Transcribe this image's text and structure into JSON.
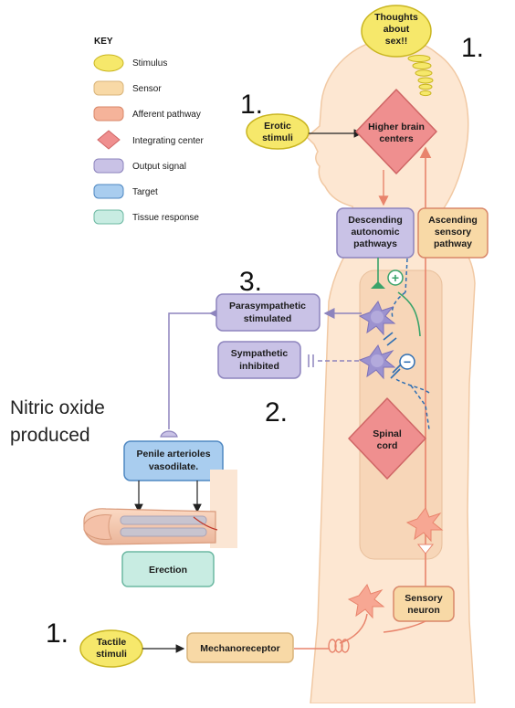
{
  "key": {
    "title": "KEY",
    "items": [
      {
        "label": "Stimulus",
        "fill": "#f6e86b",
        "stroke": "#c9b520",
        "shape": "ellipse"
      },
      {
        "label": "Sensor",
        "fill": "#f8d9a6",
        "stroke": "#d9b47a",
        "shape": "rounded-rect"
      },
      {
        "label": "Afferent pathway",
        "fill": "#f5b39a",
        "stroke": "#d98769",
        "shape": "rounded-rect"
      },
      {
        "label": "Integrating center",
        "fill": "#ef8f8f",
        "stroke": "#cf6565",
        "shape": "diamond"
      },
      {
        "label": "Output signal",
        "fill": "#c9c2e6",
        "stroke": "#8d84bd",
        "shape": "rounded-rect"
      },
      {
        "label": "Target",
        "fill": "#a9cdef",
        "stroke": "#4f88c2",
        "shape": "rounded-rect"
      },
      {
        "label": "Tissue response",
        "fill": "#c8ece2",
        "stroke": "#6cb8a2",
        "shape": "rounded-rect"
      }
    ]
  },
  "nodes": {
    "thoughts": [
      "Thoughts",
      "about",
      "sex!!"
    ],
    "erotic": [
      "Erotic",
      "stimuli"
    ],
    "higher_brain": [
      "Higher brain",
      "centers"
    ],
    "descending": [
      "Descending",
      "autonomic",
      "pathways"
    ],
    "ascending": [
      "Ascending",
      "sensory",
      "pathway"
    ],
    "parasympathetic": [
      "Parasympathetic",
      "stimulated"
    ],
    "sympathetic": [
      "Sympathetic",
      "inhibited"
    ],
    "spinal_cord": [
      "Spinal",
      "cord"
    ],
    "penile": [
      "Penile arterioles",
      "vasodilate."
    ],
    "erection": "Erection",
    "sensory_neuron": [
      "Sensory",
      "neuron"
    ],
    "tactile": [
      "Tactile",
      "stimuli"
    ],
    "mechanoreceptor": "Mechanoreceptor"
  },
  "signs": {
    "plus": "+",
    "minus": "−"
  },
  "annotations": {
    "num_thoughts": "1.",
    "num_erotic": "1.",
    "num_para": "3.",
    "num_spinal": "2.",
    "num_tactile": "1.",
    "nitric_oxide": [
      "Nitric oxide",
      "produced"
    ]
  },
  "colors": {
    "body_skin": "#fde7d2",
    "body_outline": "#f1c9a4",
    "spinal_column": "#f7d6b8",
    "afferent_line": "#e8846c",
    "output_line": "#8d84bd",
    "neuron": "#9c92cf",
    "sensory_neuron_fill": "#f7a793",
    "inhibit_dash": "#2f6fb3",
    "excite_green": "#3aa36a"
  }
}
